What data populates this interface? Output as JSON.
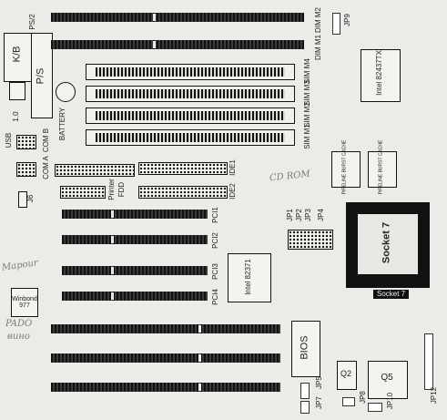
{
  "connectors": {
    "kb": "K/B",
    "ps": "P/S",
    "ps2": "PS/2",
    "usb": "USB",
    "usb_num": "1.0",
    "battery": "BATTERY",
    "com_b": "COM B",
    "com_a": "COM A",
    "j6": "J6",
    "printer": "Printer",
    "fdd": "FDD",
    "ide1": "IDE1",
    "ide2": "IDE2"
  },
  "memory": {
    "dimm_m2": "DIM M2",
    "dimm_m1": "DIM M1",
    "jp9": "JP9",
    "simm_m4": "SIM M4",
    "simm_m3": "SIM M3",
    "simm_m2": "SIM M2",
    "simm_m1": "SIM M1"
  },
  "chips": {
    "intel_82437": "Intel 82437TX",
    "cache_a": "PIPELINE BURST CACHE",
    "cache_b": "PIPELINE BURST CACHE",
    "intel_82371": "Intel 82371",
    "winbond": "Winbond 977",
    "bios": "BIOS",
    "q2": "Q2",
    "q5": "Q5"
  },
  "cpu": {
    "socket_center": "Socket 7",
    "socket_bottom": "Socket 7"
  },
  "jumpers": {
    "jp1": "JP1",
    "jp2": "JP2",
    "jp3": "JP3",
    "jp4": "JP4",
    "jp5": "JP5",
    "jp7": "JP7",
    "jp8": "JP8",
    "jp10": "JP10",
    "jp12": "JP12"
  },
  "pci": {
    "pci1": "PCI1",
    "pci2": "PCI2",
    "pci3": "PCI3",
    "pci4": "PCI4"
  },
  "handwritten": {
    "note1": "CD ROM",
    "note2": "Mapour",
    "note3": "PADO",
    "note4": "вино"
  }
}
